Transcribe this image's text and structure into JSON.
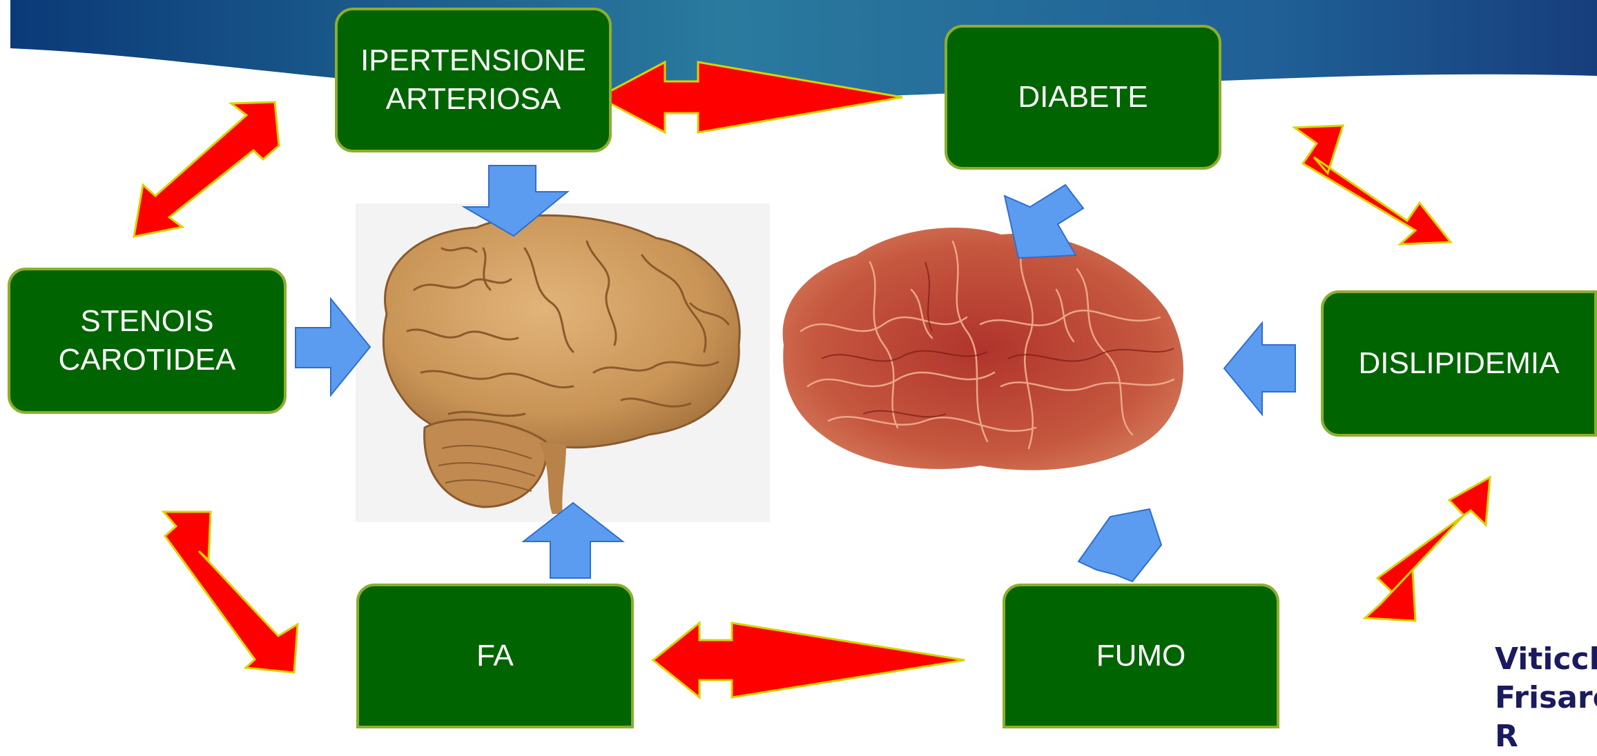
{
  "nodes": {
    "ipertensione": "IPERTENSIONE\nARTERIOSA",
    "diabete": "DIABETE",
    "stenosi": "STENOIS\nCAROTIDEA",
    "dislipidemia": "DISLIPIDEMIA",
    "fa": "FA",
    "fumo": "FUMO"
  },
  "citation": "Viticch\nFrisarc\nR",
  "colors": {
    "box_fill": "#006400",
    "box_border": "#8dae2c",
    "double_arrow": "#ff0000",
    "influence_arrow": "#5b9cf0",
    "header_band": "#2a7a9e",
    "citation_text": "#1a1a5e"
  },
  "images": {
    "brain": "brain-photo",
    "vessels": "vascular-network-photo"
  }
}
